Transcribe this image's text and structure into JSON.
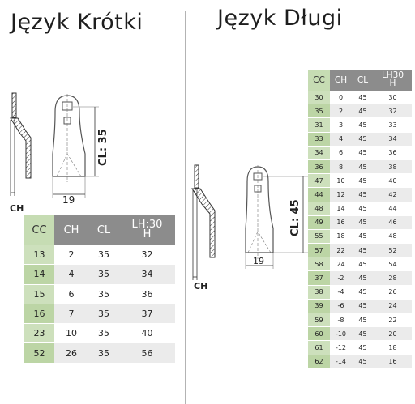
{
  "short": {
    "title": "Język Krótki",
    "dim_ch": "CH",
    "dim_cl": "CL: 35",
    "dim_width": "19",
    "headers": [
      "CC",
      "CH",
      "CL",
      "LH:30",
      "H"
    ],
    "rows": [
      [
        "13",
        "2",
        "35",
        "32"
      ],
      [
        "14",
        "4",
        "35",
        "34"
      ],
      [
        "15",
        "6",
        "35",
        "36"
      ],
      [
        "16",
        "7",
        "35",
        "37"
      ],
      [
        "23",
        "10",
        "35",
        "40"
      ],
      [
        "52",
        "26",
        "35",
        "56"
      ]
    ]
  },
  "long": {
    "title": "Język Długi",
    "dim_ch": "CH",
    "dim_cl": "CL: 45",
    "dim_width": "19",
    "headers": [
      "CC",
      "CH",
      "CL",
      "LH30",
      "H"
    ],
    "rows": [
      [
        "30",
        "0",
        "45",
        "30"
      ],
      [
        "35",
        "2",
        "45",
        "32"
      ],
      [
        "31",
        "3",
        "45",
        "33"
      ],
      [
        "33",
        "4",
        "45",
        "34"
      ],
      [
        "34",
        "6",
        "45",
        "36"
      ],
      [
        "36",
        "8",
        "45",
        "38"
      ],
      [
        "47",
        "10",
        "45",
        "40"
      ],
      [
        "44",
        "12",
        "45",
        "42"
      ],
      [
        "48",
        "14",
        "45",
        "44"
      ],
      [
        "49",
        "16",
        "45",
        "46"
      ],
      [
        "55",
        "18",
        "45",
        "48"
      ],
      [
        "57",
        "22",
        "45",
        "52"
      ],
      [
        "58",
        "24",
        "45",
        "54"
      ],
      [
        "37",
        "-2",
        "45",
        "28"
      ],
      [
        "38",
        "-4",
        "45",
        "26"
      ],
      [
        "39",
        "-6",
        "45",
        "24"
      ],
      [
        "59",
        "-8",
        "45",
        "22"
      ],
      [
        "60",
        "-10",
        "45",
        "20"
      ],
      [
        "61",
        "-12",
        "45",
        "18"
      ],
      [
        "62",
        "-14",
        "45",
        "16"
      ]
    ]
  },
  "colors": {
    "header_gray": "#8c8c8c",
    "cc_green": "#cde0bc",
    "cc_green_dark": "#bcd5a5",
    "divider": "#b3b3b3"
  }
}
